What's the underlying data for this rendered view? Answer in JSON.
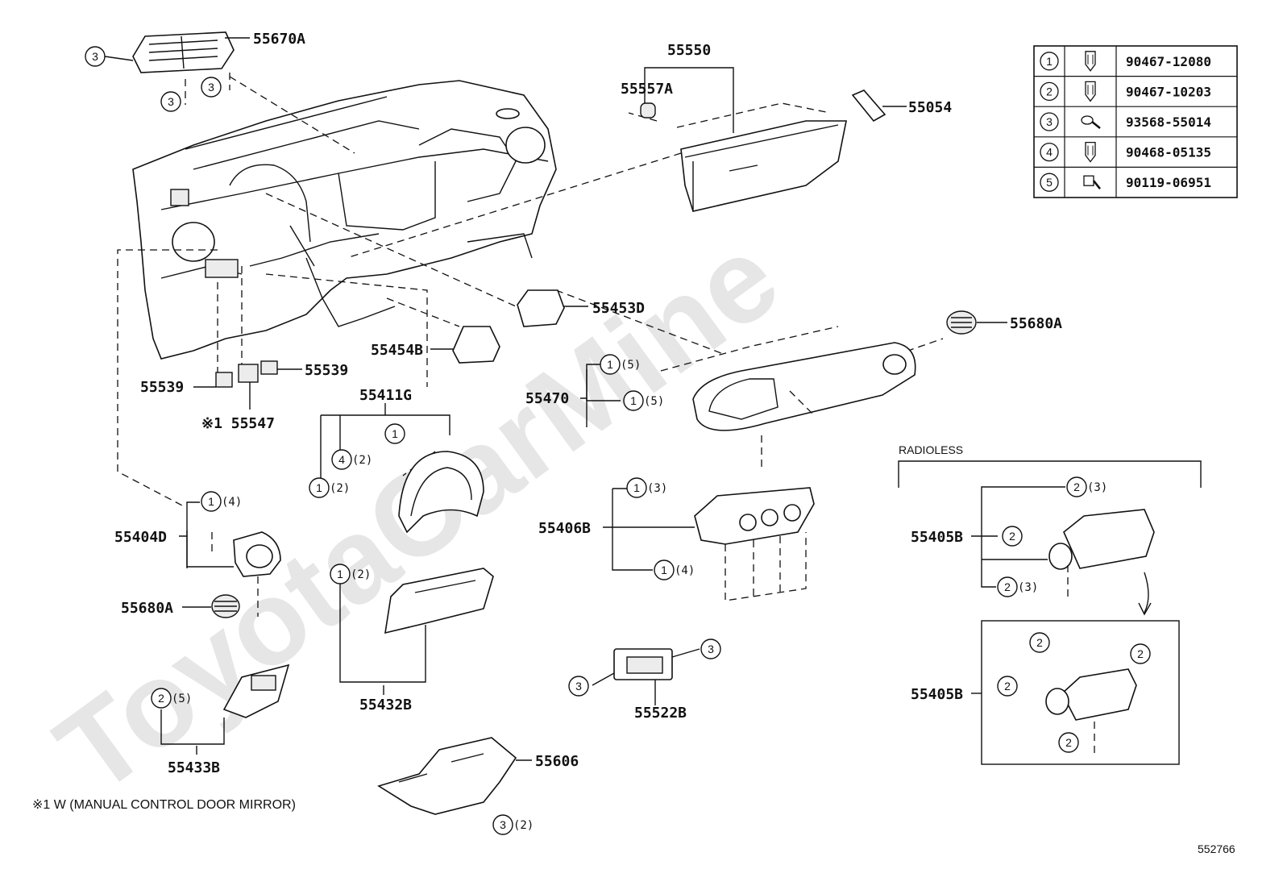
{
  "watermark": "ToyotaCarMine",
  "footnote": "※1 W (MANUAL CONTROL DOOR MIRROR)",
  "figure_code": "552766",
  "section_label": "RADIOLESS",
  "parts": {
    "p55670A": "55670A",
    "p55550": "55550",
    "p55557A": "55557A",
    "p55054": "55054",
    "p55453D": "55453D",
    "p55680A_right": "55680A",
    "p55454B": "55454B",
    "p55539_left": "55539",
    "p55539_right": "55539",
    "p55547": "※1 55547",
    "p55411G": "55411G",
    "p55470": "55470",
    "p55406B": "55406B",
    "p55404D": "55404D",
    "p55680A_left": "55680A",
    "p55432B": "55432B",
    "p55522B": "55522B",
    "p55433B": "55433B",
    "p55606": "55606",
    "p55405B_top": "55405B",
    "p55405B_bottom": "55405B"
  },
  "fastener_table": [
    {
      "ref": "1",
      "part_no": "90467-12080",
      "icon": "clip-icon"
    },
    {
      "ref": "2",
      "part_no": "90467-10203",
      "icon": "clip-icon"
    },
    {
      "ref": "3",
      "part_no": "93568-55014",
      "icon": "screw-icon"
    },
    {
      "ref": "4",
      "part_no": "90468-05135",
      "icon": "clip-icon"
    },
    {
      "ref": "5",
      "part_no": "90119-06951",
      "icon": "bolt-icon"
    }
  ],
  "callouts": {
    "c1": "3",
    "c2": "3",
    "c3": "3",
    "c4": "1",
    "c4q": "(5)",
    "c5": "1",
    "c5q": "(5)",
    "c6": "1",
    "c7": "4",
    "c7q": "(2)",
    "c8": "1",
    "c8q": "(2)",
    "c9": "1",
    "c9q": "(4)",
    "c10": "1",
    "c10q": "(3)",
    "c11": "1",
    "c11q": "(4)",
    "c12": "1",
    "c12q": "(2)",
    "c13": "3",
    "c14": "3",
    "c15": "2",
    "c15q": "(5)",
    "c16": "3",
    "c16q": "(2)",
    "c17": "2",
    "c17q": "(3)",
    "c18": "2",
    "c19": "2",
    "c19q": "(3)",
    "c20": "2",
    "c21": "2",
    "c22": "2",
    "c23": "2"
  }
}
